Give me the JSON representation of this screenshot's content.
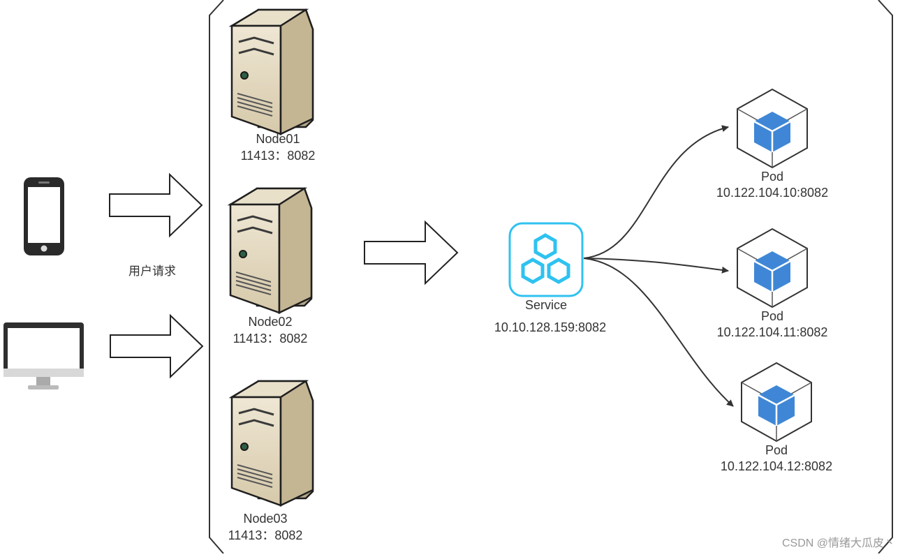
{
  "user_request_label": "用户请求",
  "nodes": [
    {
      "name": "Node01",
      "port": "11413：8082"
    },
    {
      "name": "Node02",
      "port": "11413：8082"
    },
    {
      "name": "Node03",
      "port": "11413：8082"
    }
  ],
  "service": {
    "name": "Service",
    "address": "10.10.128.159:8082"
  },
  "pods": [
    {
      "name": "Pod",
      "address": "10.122.104.10:8082"
    },
    {
      "name": "Pod",
      "address": "10.122.104.11:8082"
    },
    {
      "name": "Pod",
      "address": "10.122.104.12:8082"
    }
  ],
  "watermark": "CSDN @情绪大瓜皮丶",
  "colors": {
    "service_accent": "#2fc2f0",
    "pod_cube": "#3f87d6",
    "server_body": "#d8ccb0",
    "line": "#333333"
  },
  "icons": {
    "client_phone": "smartphone-icon",
    "client_desktop": "monitor-icon",
    "node": "server-tower-icon",
    "service": "hexagon-cluster-icon",
    "pod": "cube-icon"
  }
}
